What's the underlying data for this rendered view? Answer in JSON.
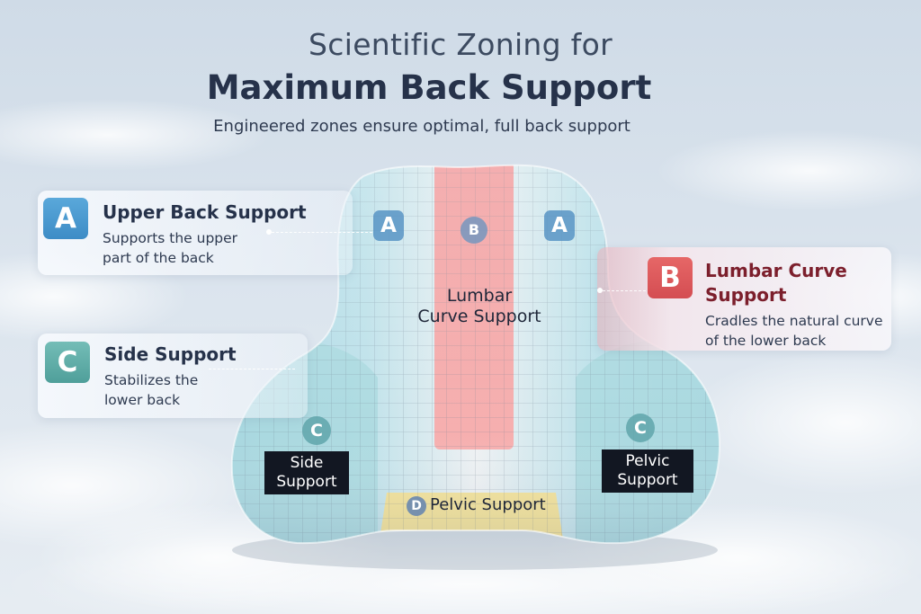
{
  "heading": {
    "line1": "Scientific Zoning for",
    "line2": "Maximum Back Support",
    "subtitle": "Engineered zones ensure optimal, full back support"
  },
  "callouts": {
    "a": {
      "badge": "A",
      "title": "Upper Back Support",
      "desc_line1": "Supports the upper",
      "desc_line2": "part of the back"
    },
    "b": {
      "badge": "B",
      "title_line1": "Lumbar Curve",
      "title_line2": "Support",
      "desc_line1": "Cradles the natural curve",
      "desc_line2": "of the lower back"
    },
    "c": {
      "badge": "C",
      "title": "Side Support",
      "desc_line1": "Stabilizes the",
      "desc_line2": "lower back"
    }
  },
  "pillow": {
    "marker_a_left": "A",
    "marker_a_right": "A",
    "marker_b": "B",
    "lumbar_line1": "Lumbar",
    "lumbar_line2": "Curve Support",
    "marker_c_left": "C",
    "marker_c_right": "C",
    "side_line1": "Side",
    "side_line2": "Support",
    "pelvic_line1": "Pelvic",
    "pelvic_line2": "Support",
    "marker_d": "D",
    "pelvic_zone": "Pelvic Support"
  },
  "colors": {
    "upper_zone": "#a9d3ea",
    "lumbar_zone": "#f4a3a3",
    "side_zone": "#a7d8dc",
    "pelvic_zone": "#f4e39a",
    "badge_a": "#4a9ad0",
    "badge_b": "#dd5a5e",
    "badge_c": "#62aea8"
  }
}
